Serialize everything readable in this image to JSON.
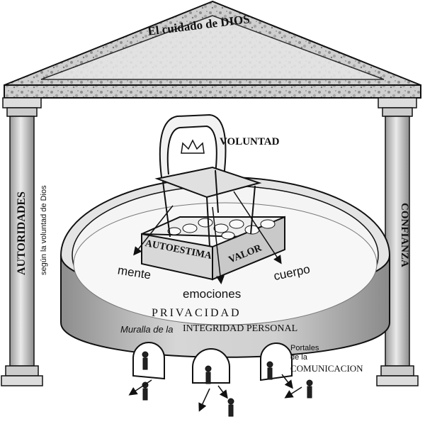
{
  "pediment": {
    "title": "El cuidado de DIOS"
  },
  "pillars": {
    "left_label": "AUTORIDADES",
    "left_sub": "según la voluntad de Dios",
    "right_label": "CONFIANZA"
  },
  "throne": {
    "label": "VOLUNTAD"
  },
  "box": {
    "front_label": "AUTOESTIMA",
    "side_label": "VALOR"
  },
  "arrows": {
    "left": "mente",
    "center": "emociones",
    "right": "cuerpo"
  },
  "wall": {
    "top_text": "PRIVACIDAD",
    "front_text_a": "Muralla de la",
    "front_text_b": "INTEGRIDAD PERSONAL"
  },
  "portals": {
    "line1": "Portales",
    "line2": "de la",
    "line3": "COMUNICACION"
  },
  "colors": {
    "ink": "#111111",
    "stone": "#9a9a9a",
    "wall": "#c8c8c8",
    "shadow": "#7a7a7a"
  },
  "icons": [
    "crown-icon",
    "chair-icon",
    "person-icon",
    "arrow-icon"
  ]
}
